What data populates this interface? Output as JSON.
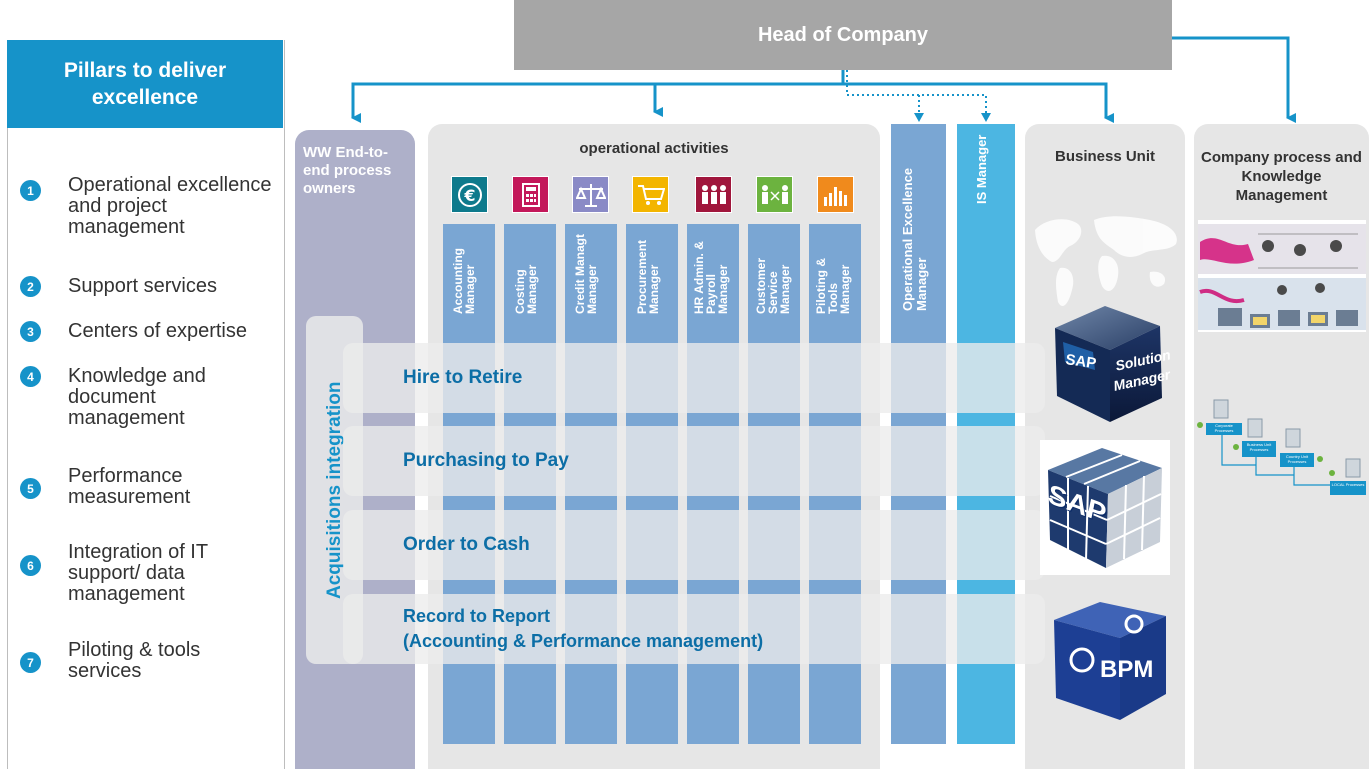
{
  "pillars": {
    "header": "Pillars to deliver excellence",
    "items": [
      {
        "num": "1",
        "label": "Operational excellence and project management"
      },
      {
        "num": "2",
        "label": "Support services"
      },
      {
        "num": "3",
        "label": "Centers of expertise"
      },
      {
        "num": "4",
        "label": "Knowledge and document management"
      },
      {
        "num": "5",
        "label": "Performance measurement"
      },
      {
        "num": "6",
        "label": "Integration of IT support/ data management"
      },
      {
        "num": "7",
        "label": "Piloting & tools services"
      }
    ]
  },
  "head": {
    "title": "Head of Company"
  },
  "columns": {
    "ww": "WW End-to-end process owners",
    "operational": "operational activities",
    "opex": "Operational Excellence Manager",
    "is": "IS Manager",
    "bu": "Business Unit",
    "cp": "Company process and Knowledge Management"
  },
  "ops_managers": [
    {
      "label": "Accounting Manager",
      "icon": "euro-icon",
      "icon_color": "#0e7a8c"
    },
    {
      "label": "Costing Manager",
      "icon": "calculator-icon",
      "icon_color": "#c3185a"
    },
    {
      "label": "Credit Managt Manager",
      "icon": "scales-icon",
      "icon_color": "#8a8ac6"
    },
    {
      "label": "Procurement Manager",
      "icon": "cart-icon",
      "icon_color": "#f3b500"
    },
    {
      "label": "HR Admin. & Payroll Manager",
      "icon": "people-icon",
      "icon_color": "#a0163c"
    },
    {
      "label": "Customer Service Manager",
      "icon": "exchange-icon",
      "icon_color": "#6cb33f"
    },
    {
      "label": "Piloting & Tools Manager",
      "icon": "bar-chart-icon",
      "icon_color": "#f08a1c"
    }
  ],
  "processes": {
    "acquisitions": "Acquisitions integration",
    "items": [
      {
        "label": "Hire to Retire"
      },
      {
        "label": "Purchasing to Pay"
      },
      {
        "label": "Order to Cash"
      },
      {
        "label": "Record to Report\n(Accounting & Performance management)"
      }
    ]
  },
  "logos": {
    "solman_line1": "Solution",
    "solman_line2": "Manager",
    "sap": "SAP",
    "bpm": "BPM"
  },
  "cp_diagram": {
    "corporate": "Corporate Processes",
    "business": "Business Unit Processes",
    "country": "Country Unit Processes",
    "local": "LOCAL Processes"
  },
  "colors": {
    "accent": "#1693c9",
    "head": "#a6a6a6",
    "process_text": "#0c6ea6"
  }
}
